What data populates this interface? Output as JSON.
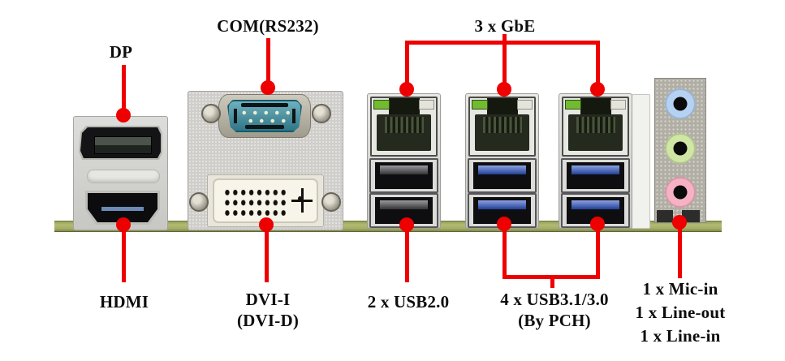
{
  "colors": {
    "callout_red": "#ee0000",
    "pcb_green": "#a7af66",
    "com_port_teal": "#3793a8",
    "usb3_tongue_blue": "#2e55c8",
    "usb2_tongue_dark": "#46464a",
    "lan_led_green": "#72bb2e",
    "audio_line_in_blue": "#b5d2f2",
    "audio_line_out_green": "#d0e6a4",
    "audio_mic_in_pink": "#f6b2c4"
  },
  "labels": {
    "dp": "DP",
    "com": "COM(RS232)",
    "gbe": "3 x GbE",
    "hdmi": "HDMI",
    "dvi": "DVI-I",
    "dvi_sub": "(DVI-D)",
    "usb2": "2 x USB2.0",
    "usb3": "4 x USB3.1/3.0",
    "usb3_sub": "(By PCH)",
    "audio_mic": "1 x Mic-in",
    "audio_lineout": "1 x Line-out",
    "audio_linein": "1 x Line-in"
  }
}
